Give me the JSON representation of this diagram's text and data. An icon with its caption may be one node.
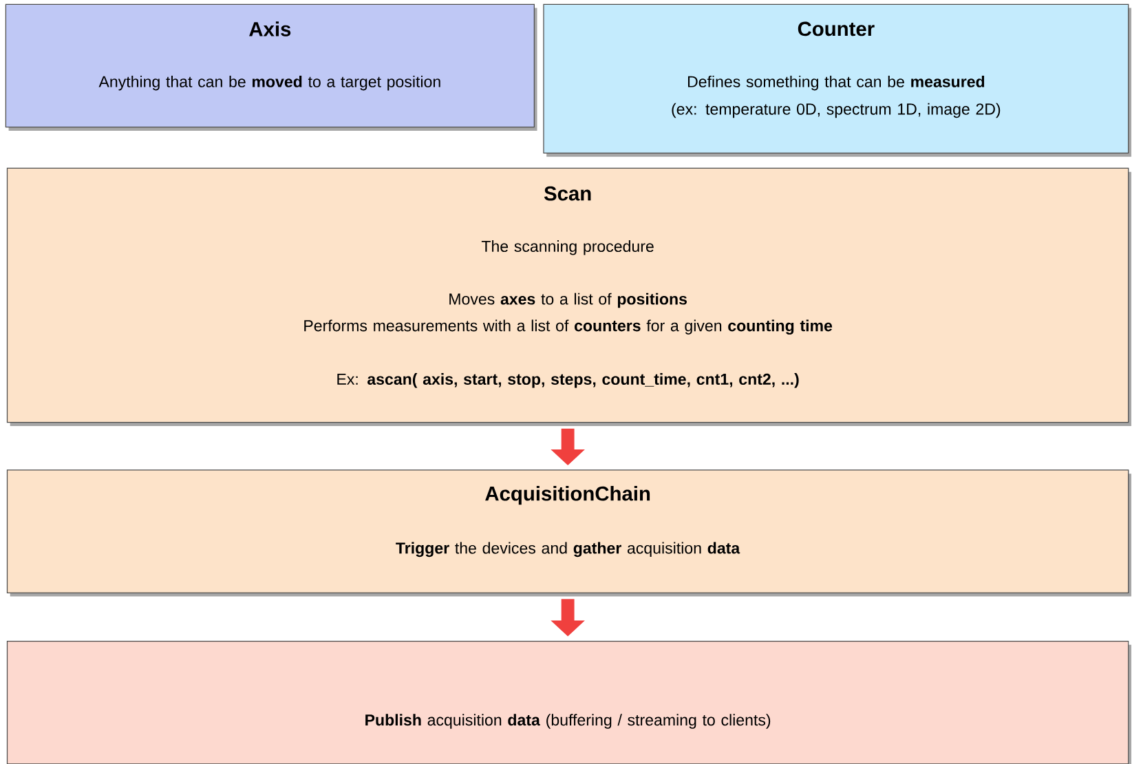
{
  "diagram": {
    "nodes": [
      {
        "text": [
          "Axis",
          "Anything that can be **moved** to a target position"
        ]
      },
      {
        "text": [
          "Counter",
          "Defines something that can be **measured**",
          "(ex: temperature 0D, spectrum 1D, image 2D)"
        ]
      },
      {
        "text": [
          "Scan",
          "The scanning procedure",
          "Moves **axes** to a list of **positions**",
          "Performs measurements with a list of **counters** for a given **counting time**",
          "Ex: **ascan( axis, start, stop, steps, count_time, cnt1, cnt2, ...)**"
        ]
      },
      {
        "text": [
          "AcquisitionChain",
          "**Trigger** the devices and **gather** acquisition **data**"
        ]
      },
      {
        "text": [
          "**Publish** acquisition **data** (buffering / streaming to clients)"
        ]
      }
    ],
    "edges": [
      {
        "from": 2,
        "to": 3,
        "arrow": "to"
      },
      {
        "from": 3,
        "to": 4,
        "arrow": "to"
      }
    ]
  }
}
